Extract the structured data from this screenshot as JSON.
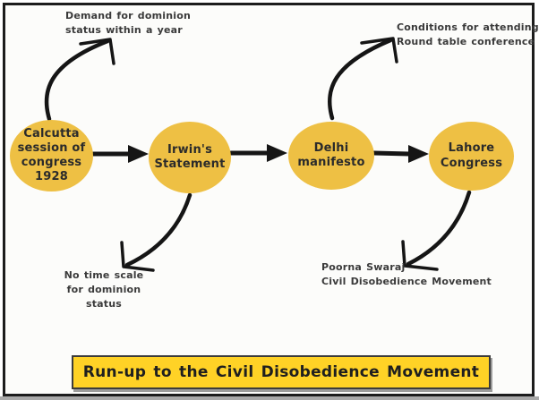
{
  "diagram": {
    "title": "Run-up to the Civil Disobedience Movement",
    "nodes": [
      {
        "id": "calcutta-session",
        "lines": [
          "Calcutta",
          "session of",
          "congress",
          "1928"
        ]
      },
      {
        "id": "irwins-statement",
        "lines": [
          "Irwin's",
          "Statement"
        ]
      },
      {
        "id": "delhi-manifesto",
        "lines": [
          "Delhi",
          "manifesto"
        ]
      },
      {
        "id": "lahore-congress",
        "lines": [
          "Lahore",
          "Congress"
        ]
      }
    ],
    "annotations": [
      {
        "id": "demand-dominion",
        "lines": [
          "Demand for dominion",
          "status within a year"
        ]
      },
      {
        "id": "conditions-round-table",
        "lines": [
          "Conditions for attending",
          "Round table conference"
        ]
      },
      {
        "id": "no-time-scale",
        "lines": [
          "No time scale",
          "for dominion",
          "status"
        ]
      },
      {
        "id": "poorna-swaraj",
        "lines": [
          "Poorna Swaraj",
          "Civil Disobedience Movement"
        ]
      }
    ]
  },
  "colors": {
    "page_bg": "#ffffff",
    "canvas_bg": "#fcfcfa",
    "frame_border": "#1c1c1c",
    "bottom_strip": "#a9a9a9",
    "node_fill": "#EEC044",
    "node_text": "#2b2b2b",
    "annotation_text": "#3a3a3a",
    "arrow": "#151515",
    "title_fill": "#FFD226",
    "title_border": "#3b3b3b",
    "title_text": "#1f1f1f"
  }
}
